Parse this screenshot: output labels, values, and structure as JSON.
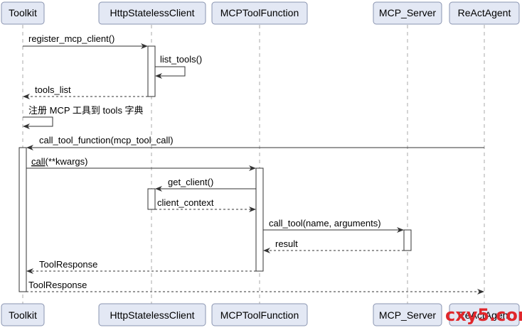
{
  "participants": [
    {
      "id": "toolkit",
      "label": "Toolkit"
    },
    {
      "id": "client",
      "label": "HttpStatelessClient"
    },
    {
      "id": "func",
      "label": "MCPToolFunction"
    },
    {
      "id": "server",
      "label": "MCP_Server"
    },
    {
      "id": "agent",
      "label": "ReActAgent"
    }
  ],
  "messages": [
    {
      "text": "register_mcp_client()"
    },
    {
      "text": "list_tools()"
    },
    {
      "text": "tools_list"
    },
    {
      "text": "注册 MCP 工具到 tools 字典"
    },
    {
      "text": "call_tool_function(mcp_tool_call)"
    },
    {
      "text": "(**kwargs)",
      "underlined_prefix": "call"
    },
    {
      "text": "get_client()"
    },
    {
      "text": "client_context"
    },
    {
      "text": "call_tool(name, arguments)"
    },
    {
      "text": "result"
    },
    {
      "text": "ToolResponse"
    },
    {
      "text": "ToolResponse"
    }
  ],
  "watermark": "cxy5.com",
  "colors": {
    "box_fill": "#E3E8F4",
    "box_stroke": "#8A94B0",
    "lifeline": "#A8A8A8",
    "arrow": "#333333",
    "watermark": "#e0262b"
  }
}
